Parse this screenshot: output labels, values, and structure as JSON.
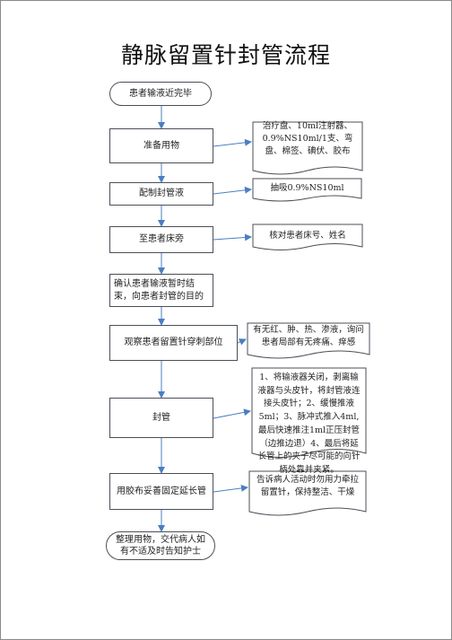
{
  "title": "静脉留置针封管流程",
  "steps": {
    "start": "患者输液近完毕",
    "s1": "准备用物",
    "s2": "配制封管液",
    "s3": "至患者床旁",
    "s4": "确认患者输液暂时结束，向患者封管的目的",
    "s5": "观察患者留置针穿刺部位",
    "s6": "封管",
    "s7": "用胶布妥善固定延长管",
    "end": "整理用物，交代病人如有不适及时告知护士"
  },
  "notes": {
    "n1": "治疗盘、10ml注射器、0.9%NS10ml/1支、弯盘、棉签、碘伏、胶布",
    "n2": "抽吸0.9%NS10ml",
    "n3": "核对患者床号、姓名",
    "n4": "有无红、肿、热、渗液，询问患者局部有无疼痛、痒感",
    "n5": "1、将输液器关闭，剥离输液器与头皮针，将封管液连接头皮针；2、缓慢推液5ml；3、脉冲式推入4ml,最后快速推注1ml正压封管（边推边退）4、最后将延长管上的夹子尽可能的向针柄处靠并夹紧。",
    "n6": "告诉病人活动时勿用力牵拉留置针，保持整洁、干燥"
  },
  "colors": {
    "arrow": "#4a7ec2",
    "border": "#4a4f57"
  }
}
